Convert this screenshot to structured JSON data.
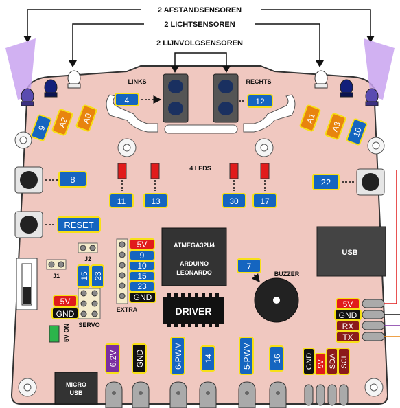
{
  "header": {
    "afstand": "2 AFSTANDSENSOREN",
    "licht": "2 LICHTSENSOREN",
    "lijn": "2 LIJNVOLGSENSOREN"
  },
  "labels": {
    "links": "LINKS",
    "rechts": "RECHTS",
    "leds": "4 LEDS",
    "j1": "J1",
    "j2": "J2",
    "servo": "SERVO",
    "extra": "EXTRA",
    "five_v_on": "5V ON",
    "buzzer": "BUZZER",
    "chip_l1": "ATMEGA32U4",
    "chip_l2": "ARDUINO",
    "chip_l3": "LEONARDO",
    "driver": "DRIVER",
    "usb": "USB",
    "micro_l1": "MICRO",
    "micro_l2": "USB"
  },
  "pins": {
    "p4": "4",
    "p12": "12",
    "p9": "9",
    "a2": "A2",
    "a0": "A0",
    "a1": "A1",
    "a3": "A3",
    "p10": "10",
    "p8": "8",
    "p22": "22",
    "reset": "RESET",
    "p11": "11",
    "p13": "13",
    "p30": "30",
    "p17": "17",
    "p15": "15",
    "p23": "23",
    "servo_5v": "5V",
    "servo_gnd": "GND",
    "extra_5v": "5V",
    "extra_9": "9",
    "extra_10": "10",
    "extra_15": "15",
    "extra_23": "23",
    "extra_gnd": "GND",
    "p7": "7",
    "r_5v": "5V",
    "r_gnd": "GND",
    "r_rx": "RX",
    "r_tx": "TX",
    "b_62v": "6.2V",
    "b_gnd": "GND",
    "b_6pwm": "6-PWM",
    "b_14": "14",
    "b_5pwm": "5-PWM",
    "b_16": "16",
    "i_gnd": "GND",
    "i_5v": "5V",
    "i_sda": "SDA",
    "i_scl": "SCL"
  },
  "colors": {
    "board": "#f0c8c0",
    "blue": "#1565c0",
    "yellow": "#f7e017",
    "orange": "#e8840e",
    "red": "#e11b1b",
    "black": "#111111",
    "purple": "#7b2fa0",
    "brown": "#8b1a1a",
    "violet": "#c9a3f0"
  }
}
